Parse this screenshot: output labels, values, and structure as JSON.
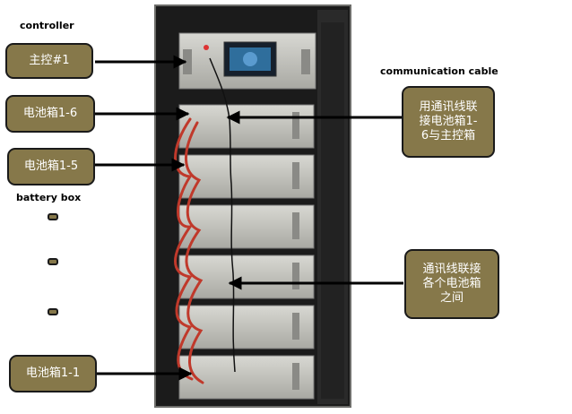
{
  "labels": {
    "controller": "controller",
    "communication_cable": "communication cable",
    "battery_box": "battery box"
  },
  "callouts": {
    "main_control": "主控#1",
    "battery_1_6": "电池箱1-6",
    "battery_1_5": "电池箱1-5",
    "battery_1_1": "电池箱1-1",
    "cable_to_main": "用通讯线联\n接电池箱1-\n6与主控箱",
    "cable_between": "通讯线联接\n各个电池箱\n之间"
  },
  "colors": {
    "box_fill": "#86784a",
    "box_border": "#1a1a1a",
    "box_text": "#ffffff",
    "cabinet": "#1b1b1b",
    "module": "#c9c9c4",
    "cable_red": "#c0392b"
  }
}
